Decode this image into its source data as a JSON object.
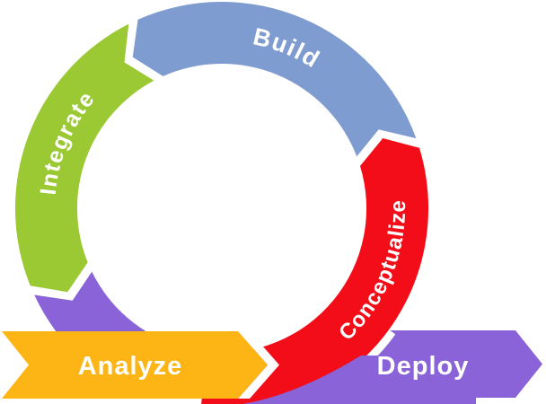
{
  "cycle": {
    "background": "#FFFFFF",
    "gap_color": "#FFFFFF",
    "label_color": "#FFFFFF",
    "segments": [
      {
        "label": "Conceptualize",
        "color": "#F20D18",
        "shape": "arc-right"
      },
      {
        "label": "Build",
        "color": "#7F9CD1",
        "shape": "arc-top"
      },
      {
        "label": "Integrate",
        "color": "#9AC933",
        "shape": "arc-left"
      },
      {
        "label": "Deploy",
        "color": "#8A63D8",
        "shape": "straight-arrow-right"
      },
      {
        "label": "Analyze",
        "color": "#FCB515",
        "shape": "straight-arrow-left"
      }
    ],
    "flow_order": [
      "Analyze",
      "Conceptualize",
      "Build",
      "Integrate",
      "Deploy"
    ]
  }
}
